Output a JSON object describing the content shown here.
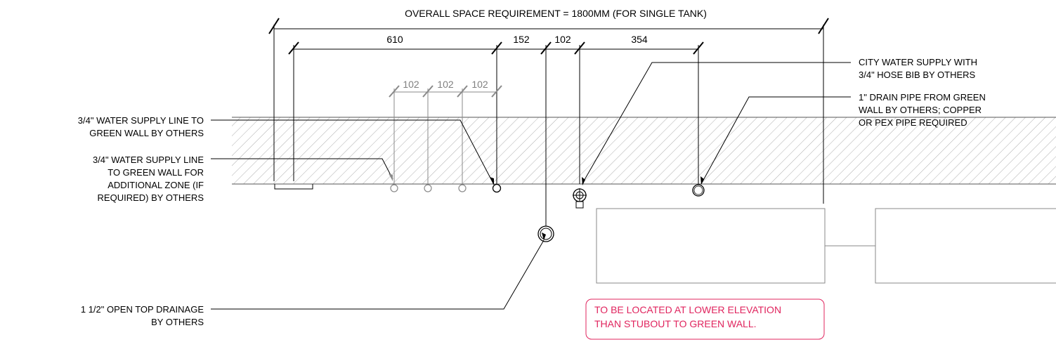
{
  "dimensions": {
    "overall": "OVERALL SPACE REQUIREMENT = 1800MM (FOR SINGLE TANK)",
    "d610": "610",
    "d152": "152",
    "d102": "102",
    "d354": "354",
    "g1": "102",
    "g2": "102",
    "g3": "102"
  },
  "labels": {
    "supply_line_1": [
      "3/4\" WATER SUPPLY LINE TO",
      "GREEN WALL BY OTHERS"
    ],
    "supply_line_2": [
      "3/4\" WATER SUPPLY LINE",
      "TO GREEN WALL FOR",
      "ADDITIONAL ZONE (IF",
      "REQUIRED) BY OTHERS"
    ],
    "drainage": [
      "1 1/2\" OPEN TOP DRAINAGE",
      "BY OTHERS"
    ],
    "city_water": [
      "CITY WATER SUPPLY WITH",
      "3/4\" HOSE BIB BY OTHERS"
    ],
    "drain_pipe": [
      "1\" DRAIN PIPE FROM GREEN",
      "WALL BY OTHERS; COPPER",
      "OR PEX PIPE REQUIRED"
    ]
  },
  "note": {
    "lines": [
      "TO BE LOCATED AT LOWER ELEVATION",
      "THAN STUBOUT TO GREEN WALL."
    ],
    "color": "#e0245e"
  },
  "colors": {
    "line": "#000000",
    "secondary": "#8a8a8a"
  }
}
